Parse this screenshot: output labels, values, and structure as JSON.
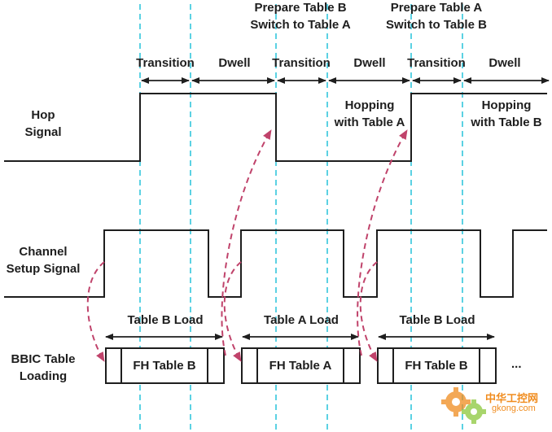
{
  "labels": {
    "prepare_b": "Prepare Table B",
    "switch_a": "Switch to Table A",
    "prepare_a": "Prepare Table A",
    "switch_b": "Switch to Table B",
    "transition": "Transition",
    "dwell": "Dwell",
    "hop_signal_1": "Hop",
    "hop_signal_2": "Signal",
    "hopping_a_1": "Hopping",
    "hopping_a_2": "with Table A",
    "hopping_b_1": "Hopping",
    "hopping_b_2": "with Table B",
    "channel_setup_1": "Channel",
    "channel_setup_2": "Setup Signal",
    "bbic_1": "BBIC Table",
    "bbic_2": "Loading",
    "table_b_load": "Table B Load",
    "table_a_load": "Table A Load",
    "fh_table_b": "FH Table B",
    "fh_table_a": "FH Table A",
    "ellipsis": "..."
  },
  "watermark": {
    "cn": "中华工控网",
    "url": "gkong.com"
  },
  "colors": {
    "line": "#1e1e1e",
    "dashed_vertical": "#33c6dc",
    "dashed_arrow": "#c0436b",
    "watermark_orange": "#f08c1e",
    "watermark_green": "#8cc83c"
  }
}
